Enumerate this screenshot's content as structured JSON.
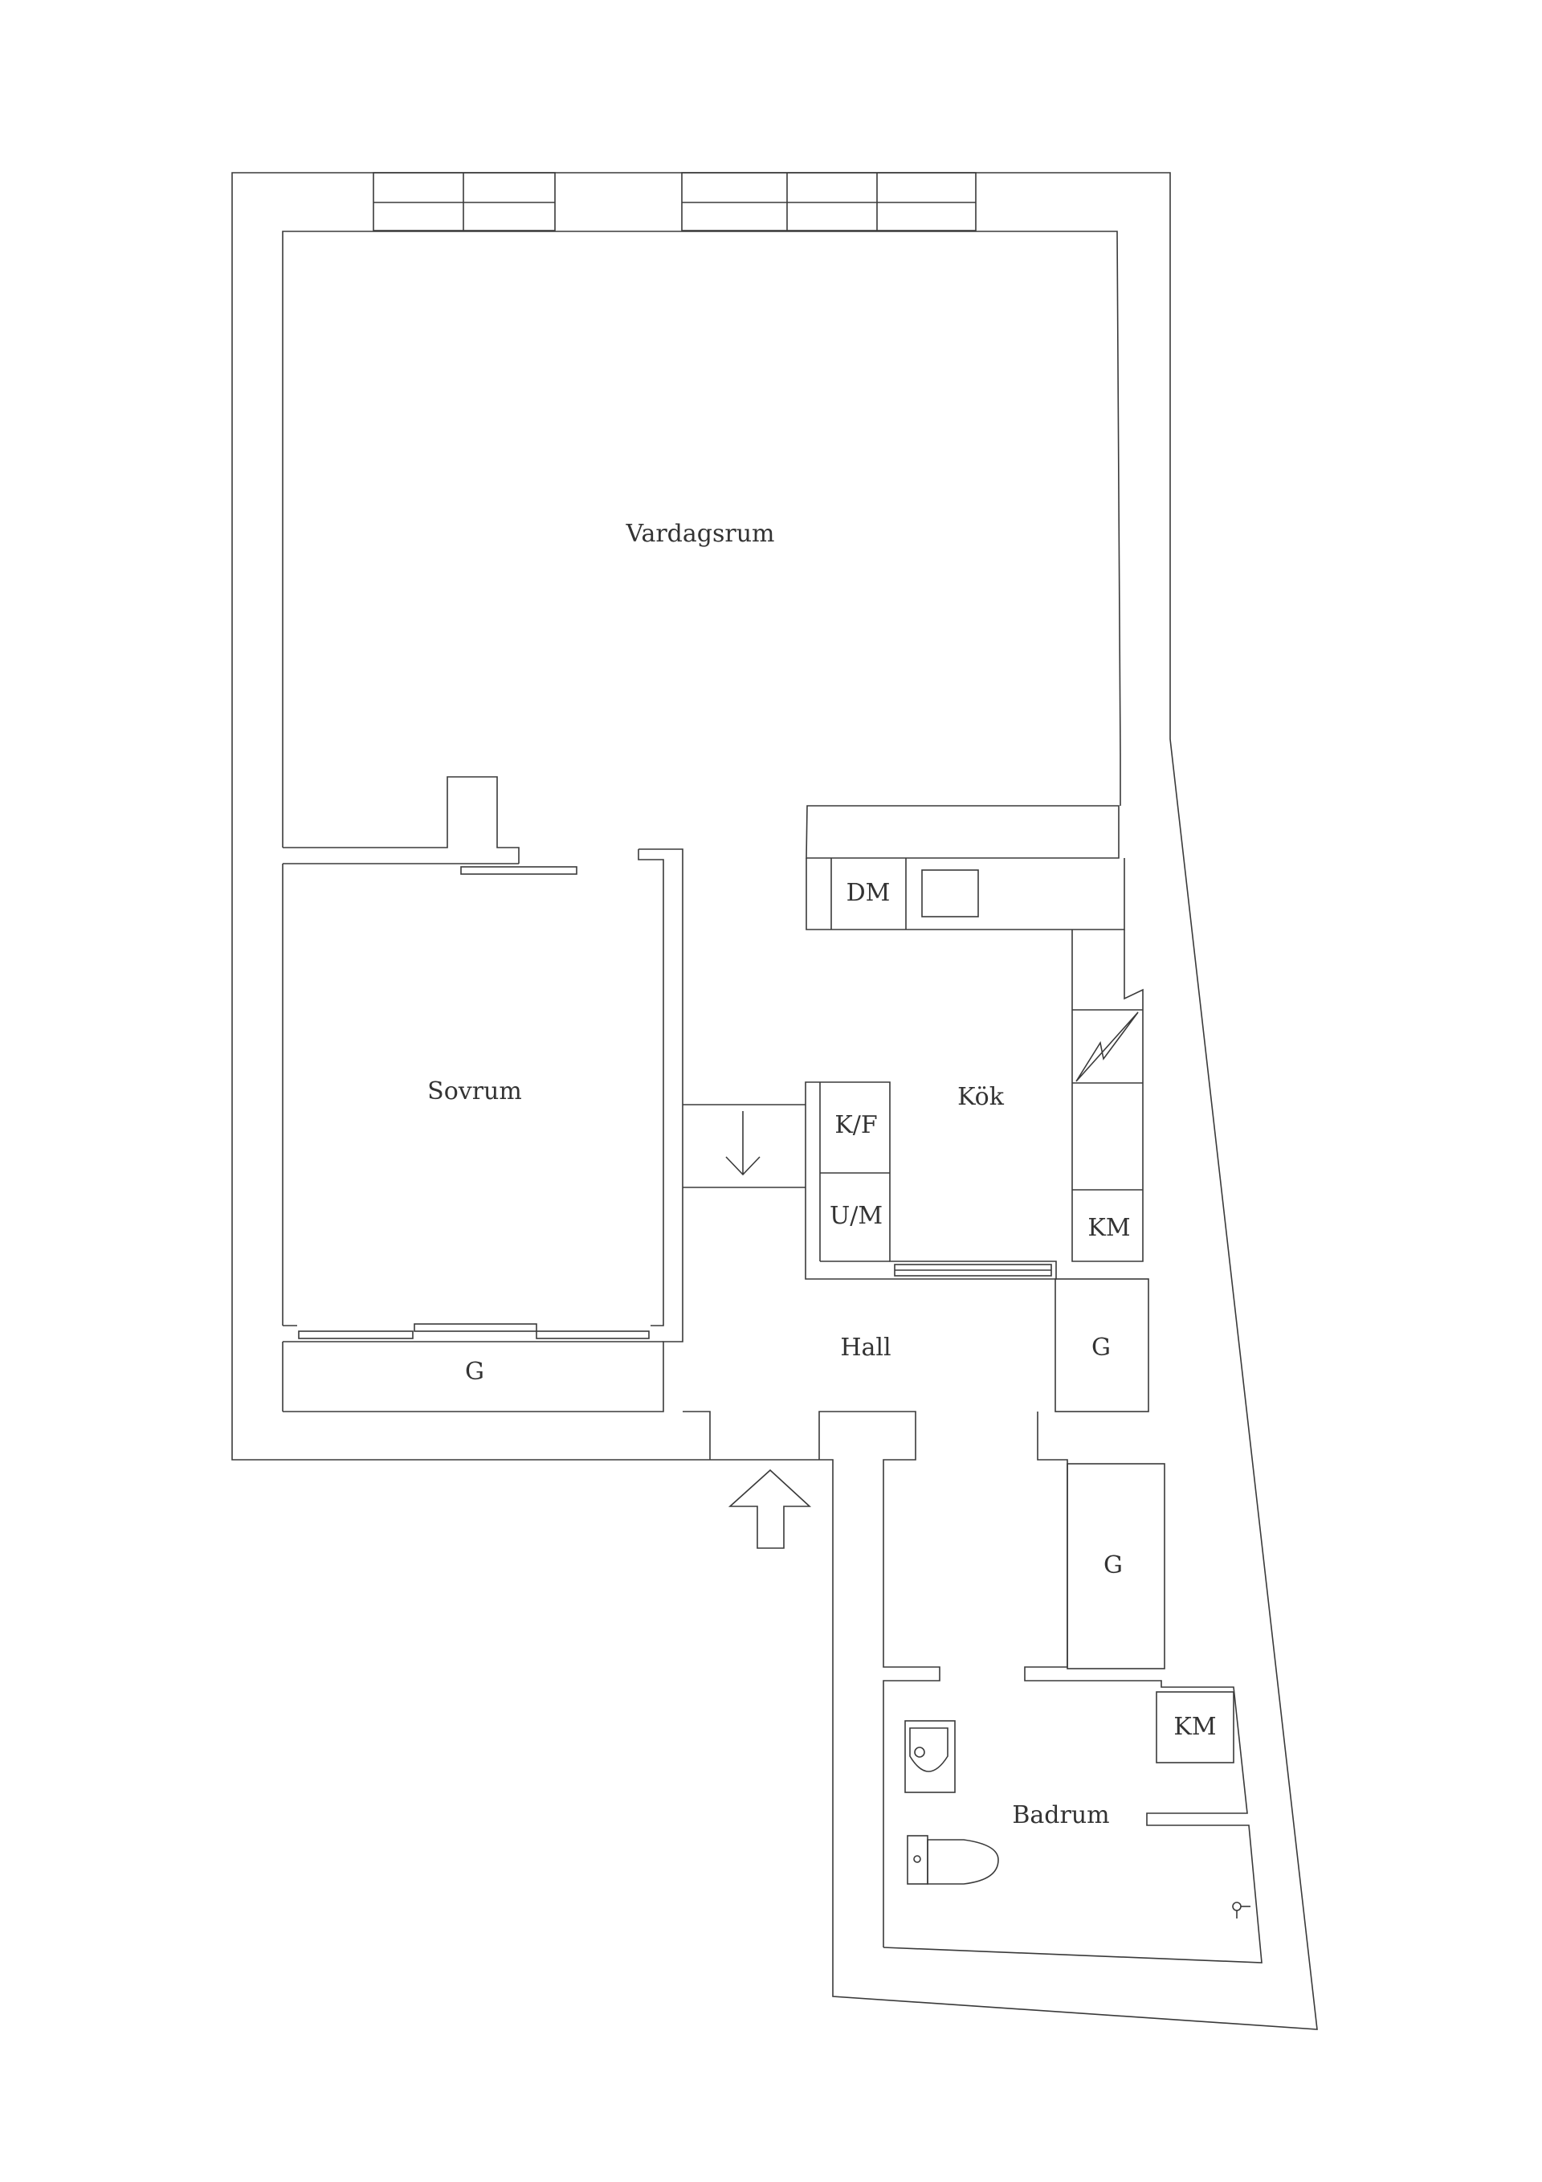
{
  "rooms": {
    "living": "Vardagsrum",
    "bedroom": "Sovrum",
    "kitchen": "Kök",
    "hall": "Hall",
    "bathroom": "Badrum"
  },
  "fixtures": {
    "dishwasher": "DM",
    "fridge_freezer": "K/F",
    "oven_microwave": "U/M",
    "washer_kitchen": "KM",
    "washer_bath": "KM",
    "wardrobe_bedroom": "G",
    "wardrobe_hall": "G",
    "wardrobe_corridor": "G"
  }
}
